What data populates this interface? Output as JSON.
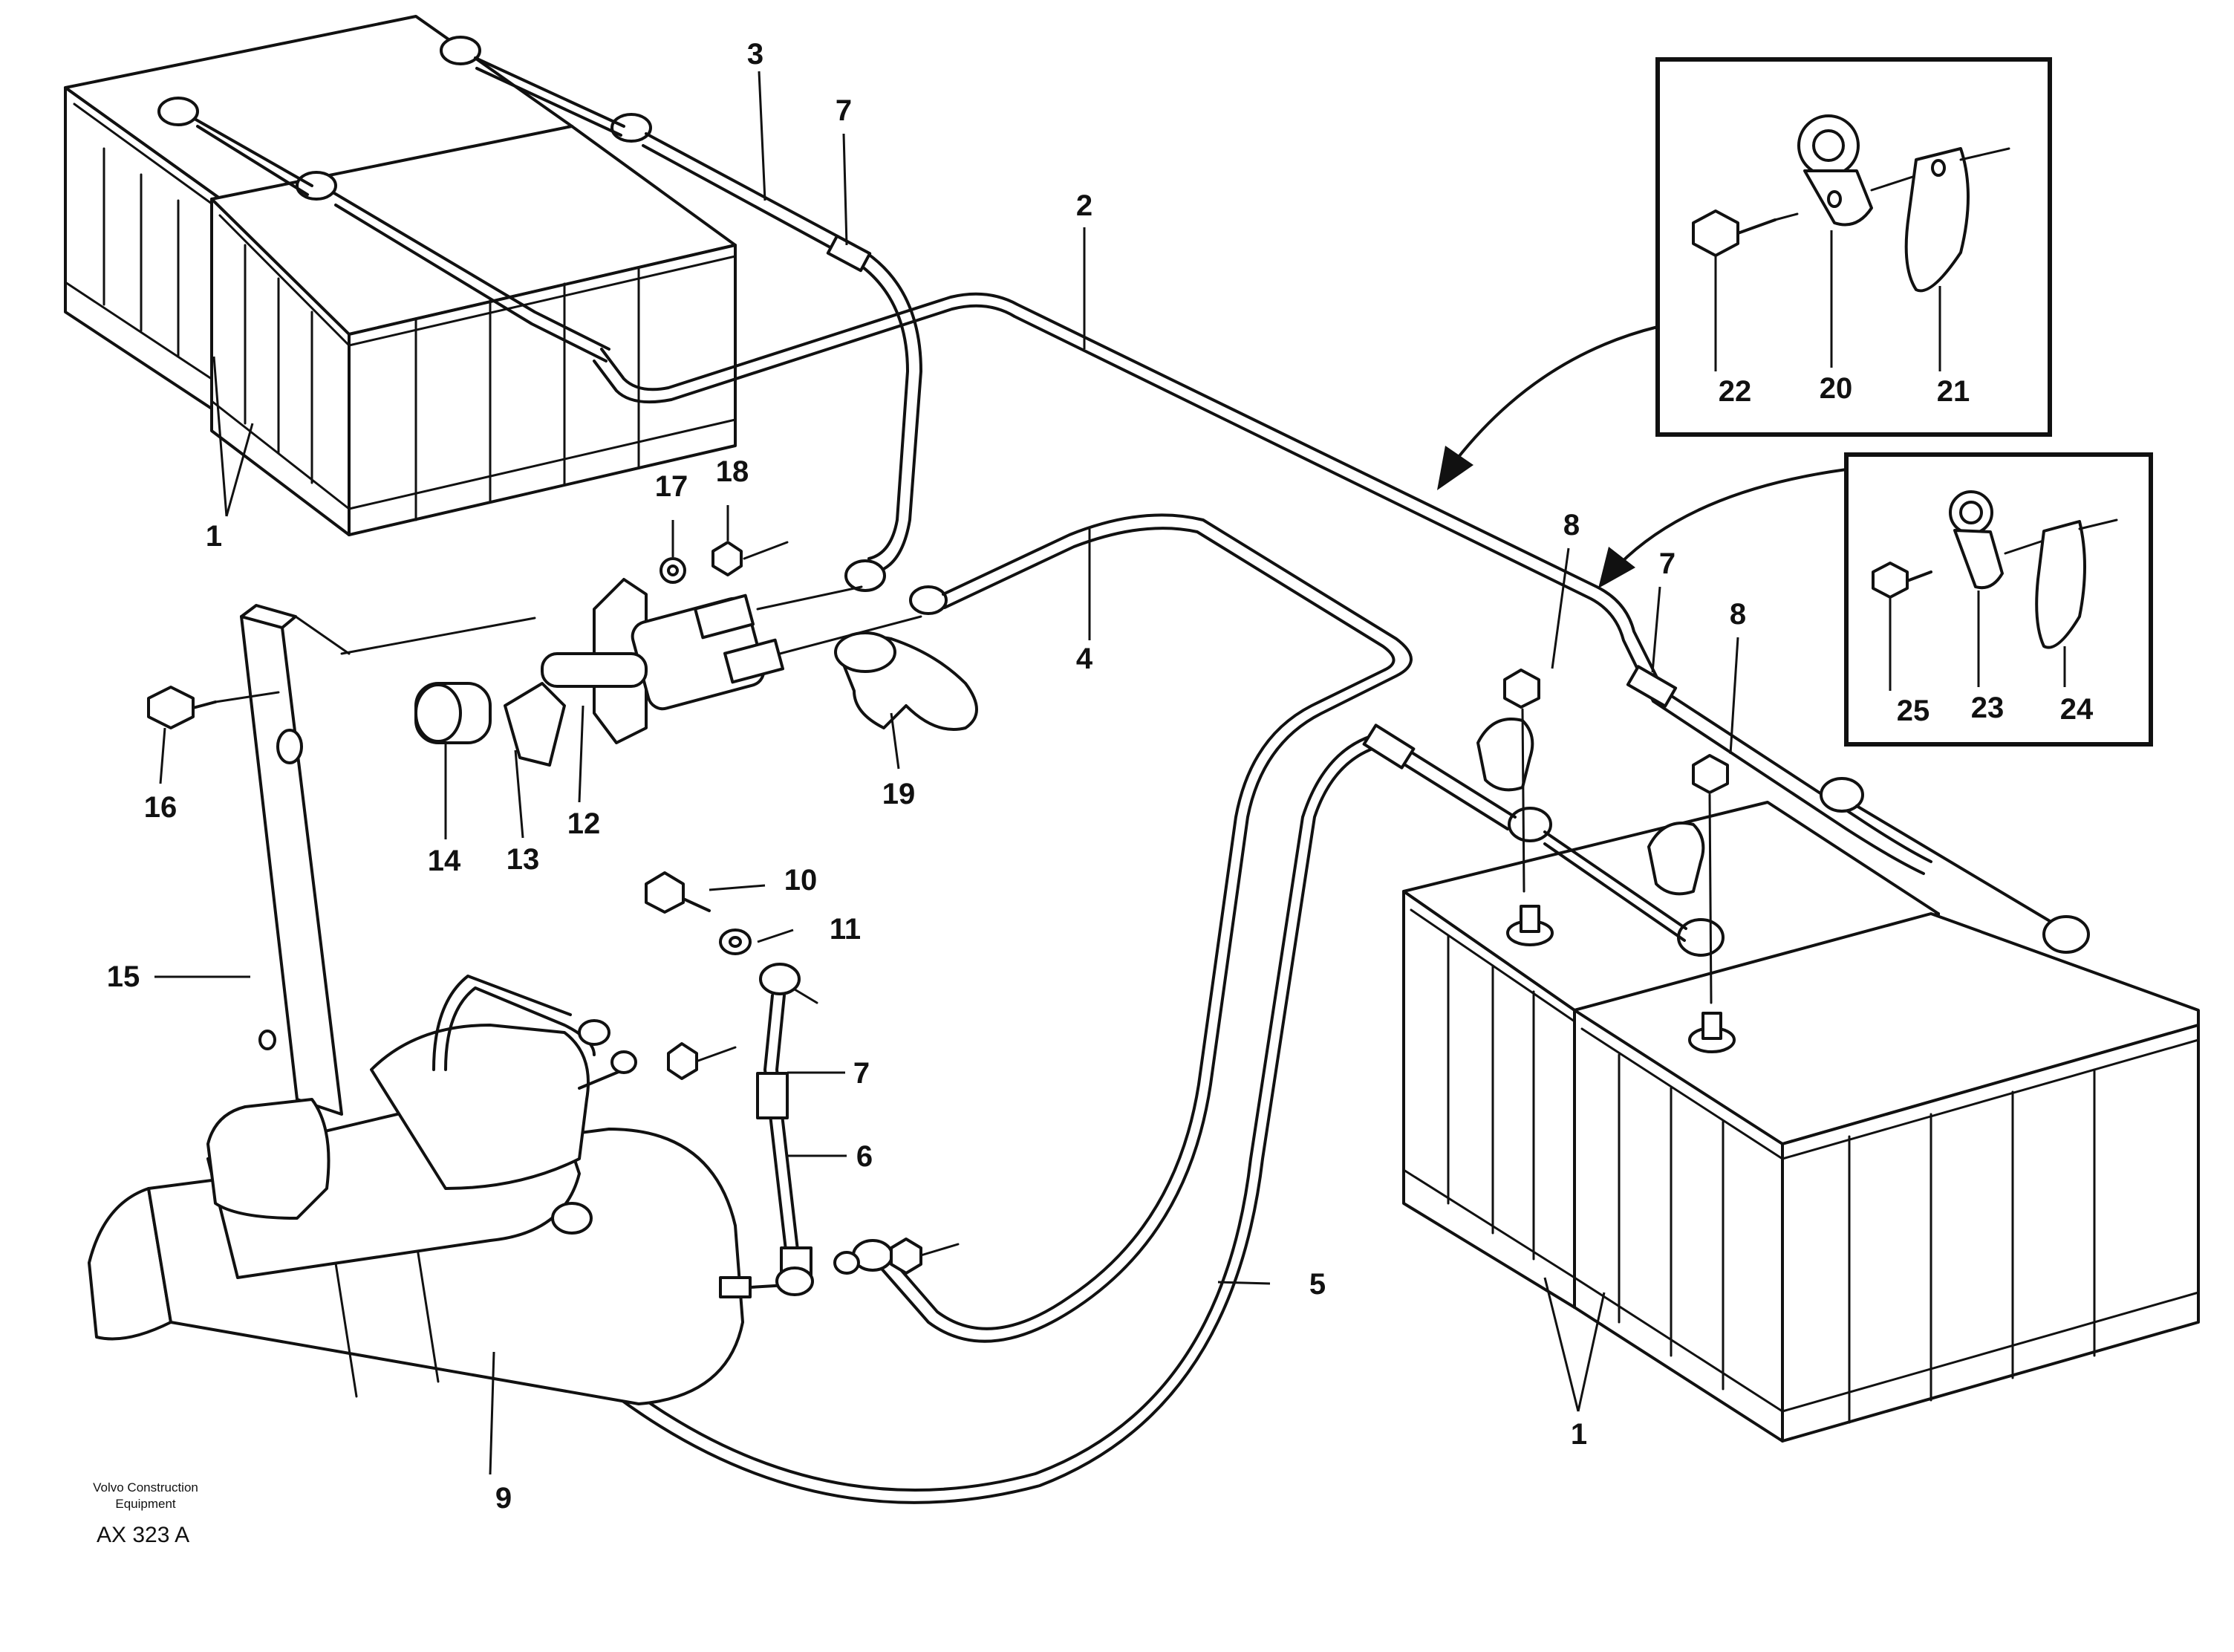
{
  "callouts": {
    "c1_top": "1",
    "c1_bottom": "1",
    "c2": "2",
    "c3": "3",
    "c4": "4",
    "c5": "5",
    "c6": "6",
    "c7_top": "7",
    "c7_right": "7",
    "c7_lower": "7",
    "c8_left": "8",
    "c8_right": "8",
    "c9": "9",
    "c10": "10",
    "c11": "11",
    "c12": "12",
    "c13": "13",
    "c14": "14",
    "c15": "15",
    "c16": "16",
    "c17": "17",
    "c18": "18",
    "c19": "19",
    "c20": "20",
    "c21": "21",
    "c22": "22",
    "c23": "23",
    "c24": "24",
    "c25": "25"
  },
  "footer": {
    "maker_line1": "Volvo Construction",
    "maker_line2": "Equipment",
    "drawing_code": "AX 323 A"
  }
}
